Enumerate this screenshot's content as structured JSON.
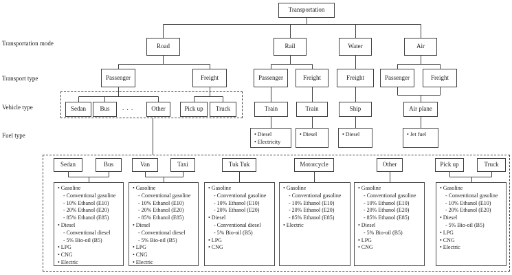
{
  "root_label": "Transportation",
  "row_labels": {
    "transportation_mode": "Transportation mode",
    "transport_type": "Transport type",
    "vehicle_type": "Vehicle type",
    "fuel_type": "Fuel type"
  },
  "modes": {
    "road": "Road",
    "rail": "Rail",
    "water": "Water",
    "air": "Air"
  },
  "transport": {
    "road_passenger": "Passenger",
    "road_freight": "Freight",
    "rail_passenger": "Passenger",
    "rail_freight": "Freight",
    "water_freight": "Freight",
    "air_passenger": "Passenger",
    "air_freight": "Freight"
  },
  "vehicles": {
    "sedan": "Sedan",
    "bus": "Bus",
    "ellipsis": ". . .",
    "other": "Other",
    "pickup": "Pick up",
    "truck": "Truck",
    "train_passenger": "Train",
    "train_freight": "Train",
    "ship": "Ship",
    "airplane": "Air plane"
  },
  "fuels": {
    "rail_passenger": [
      "• Diesel",
      "• Electricity"
    ],
    "rail_freight": [
      "• Diesel"
    ],
    "water_freight": [
      "• Diesel"
    ],
    "air": [
      "• Jet fuel"
    ]
  },
  "road_fuel_groups": [
    {
      "headers": [
        "Sedan",
        "Bus"
      ],
      "items": [
        "• Gasoline",
        "- Conventional gasoline",
        "- 10% Ethanol (E10)",
        "- 20% Ethanol (E20)",
        "- 85% Ethanol (E85)",
        "• Diesel",
        "- Conventional diesel",
        "- 5% Bio-oil (B5)",
        "• LPG",
        "• CNG",
        "• Electric"
      ]
    },
    {
      "headers": [
        "Van",
        "Taxi"
      ],
      "items": [
        "• Gasoline",
        "- Conventional gasoline",
        "- 10% Ethanol (E10)",
        "- 20% Ethanol (E20)",
        "- 85% Ethanol (E85)",
        "• Diesel",
        "- Conventional diesel",
        "- 5% Bio-oil (B5)",
        "• LPG",
        "• CNG",
        "• Electric"
      ]
    },
    {
      "headers": [
        "Tuk Tuk"
      ],
      "items": [
        "• Gasoline",
        "- Conventional gasoline",
        "- 10% Ethanol (E10)",
        "- 20% Ethanol (E20)",
        "• Diesel",
        "- Conventional diesel",
        "- 5% Bio-oil (B5)",
        "• LPG",
        "• CNG"
      ]
    },
    {
      "headers": [
        "Motorcycle"
      ],
      "items": [
        "• Gasoline",
        "- Conventional gasoline",
        "- 10% Ethanol (E10)",
        "- 20% Ethanol (E20)",
        "- 85% Ethanol (E85)",
        "• Electric"
      ]
    },
    {
      "headers": [
        "Other"
      ],
      "items": [
        "• Gasoline",
        "- Conventional gasoline",
        "- 10% Ethanol (E10)",
        "- 20% Ethanol (E20)",
        "- 85% Ethanol (E85)",
        "• Diesel",
        "- 5% Bio-oil (B5)",
        "• LPG",
        "• CNG"
      ]
    },
    {
      "headers": [
        "Pick up",
        "Truck"
      ],
      "items": [
        "• Gasoline",
        "- Conventional gasoline",
        "- 10% Ethanol (E10)",
        "- 20% Ethanol (E20)",
        "• Diesel",
        "- 5% Bio-oil (B5)",
        "• LPG",
        "• CNG",
        "• Electric"
      ]
    }
  ],
  "colors": {
    "line": "#3d3d3d",
    "border": "#3f3f3f",
    "background": "#ffffff"
  }
}
